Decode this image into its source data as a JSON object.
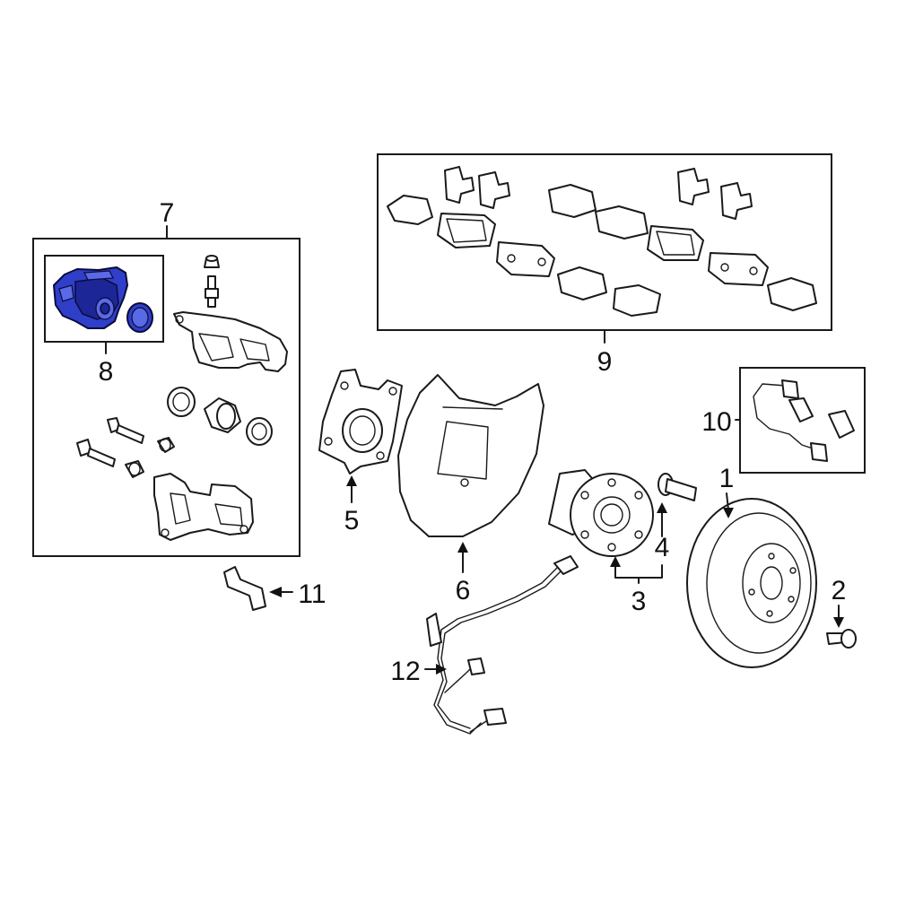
{
  "callouts": {
    "c1": "1",
    "c2": "2",
    "c3": "3",
    "c4": "4",
    "c5": "5",
    "c6": "6",
    "c7": "7",
    "c8": "8",
    "c9": "9",
    "c10": "10",
    "c11": "11",
    "c12": "12"
  },
  "highlighted_part": "8",
  "colors": {
    "highlight": "#2f3fc9",
    "line": "#1a1a1a",
    "background": "#ffffff"
  }
}
